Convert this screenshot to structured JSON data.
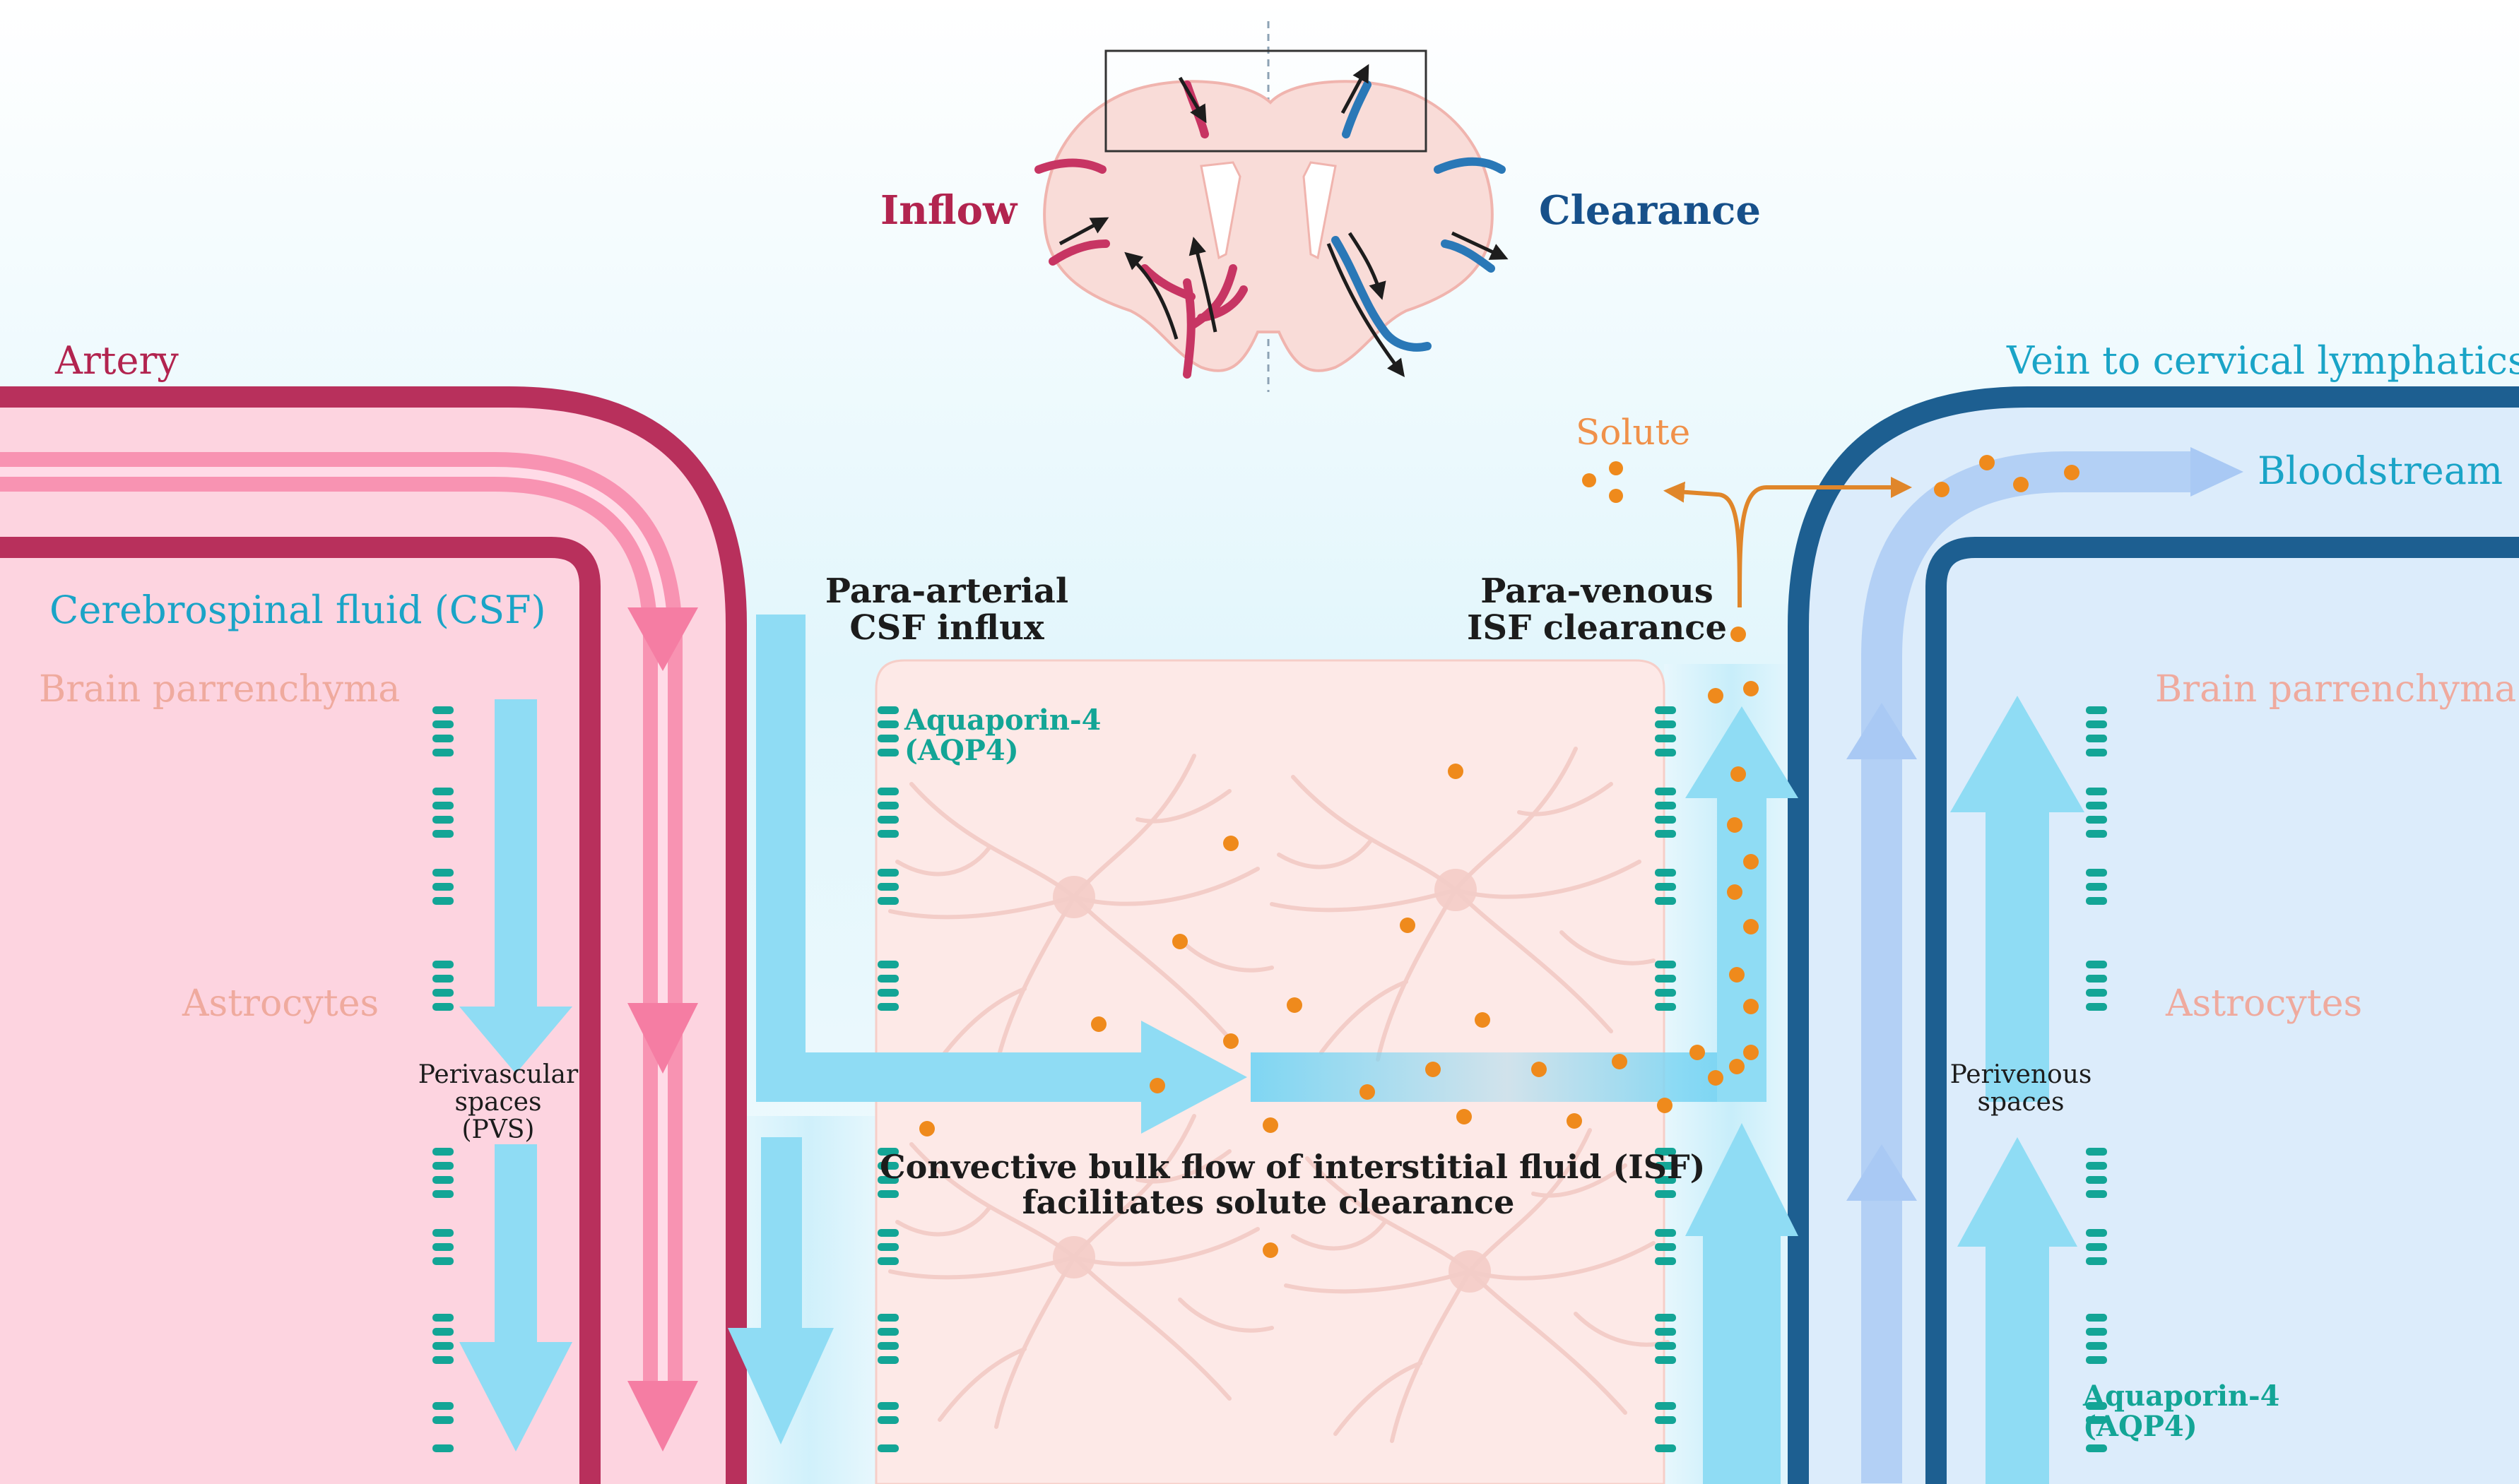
{
  "brain_inset": {
    "inflow": "Inflow",
    "clearance": "Clearance"
  },
  "labels": {
    "artery": "Artery",
    "vein": "Vein to cervical lymphatics",
    "bloodstream": "Bloodstream",
    "solute": "Solute",
    "csf": "Cerebrospinal fluid (CSF)",
    "brain_left": "Brain parrenchyma",
    "brain_right": "Brain parrenchyma",
    "astro_left": "Astrocytes",
    "astro_right": "Astrocytes",
    "para_arterial": [
      "Para-arterial",
      "CSF influx"
    ],
    "para_venous": [
      "Para-venous",
      "ISF clearance"
    ],
    "aqp4_left": [
      "Aquaporin-4",
      "(AQP4)"
    ],
    "aqp4_right": [
      "Aquaporin-4",
      "(AQP4)"
    ],
    "pvs": [
      "Perivascular",
      "spaces",
      "(PVS)"
    ],
    "perivenous": [
      "Perivenous",
      "spaces"
    ],
    "convective": [
      "Convective bulk flow of interstitial fluid (ISF)",
      "facilitates solute clearance"
    ]
  },
  "colors": {
    "artery": "#b8305c",
    "artery_flow": "#f57da3",
    "vein": "#1d5f91",
    "csf_flow": "#7fd6f3",
    "parenchyma": "#fde9e7",
    "aqp4": "#13a596",
    "solute": "#ef8a1c"
  }
}
